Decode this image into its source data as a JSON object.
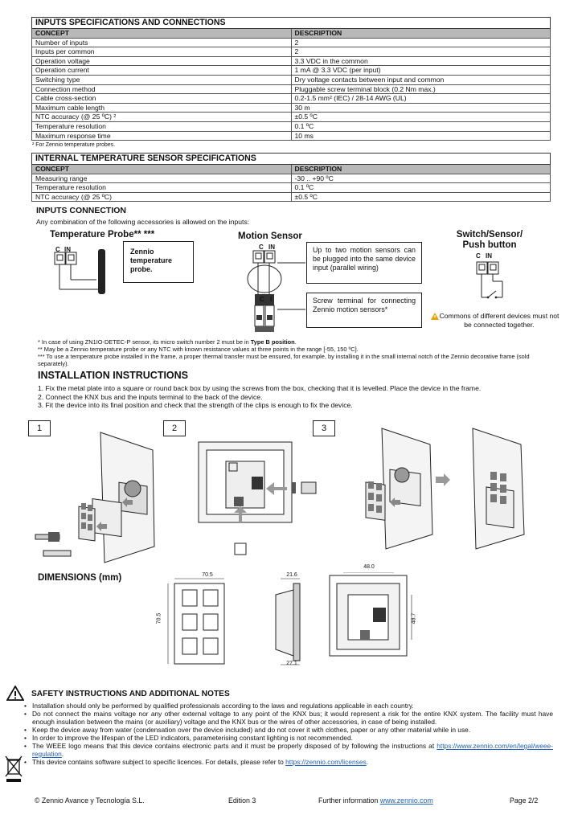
{
  "inputs_table": {
    "title": "INPUTS SPECIFICATIONS AND CONNECTIONS",
    "col_concept": "CONCEPT",
    "col_description": "DESCRIPTION",
    "rows": [
      {
        "concept": "Number of inputs",
        "description": "2"
      },
      {
        "concept": "Inputs per common",
        "description": "2"
      },
      {
        "concept": "Operation voltage",
        "description": "3.3 VDC in the common"
      },
      {
        "concept": "Operation current",
        "description": "1 mA @ 3.3 VDC (per input)"
      },
      {
        "concept": "Switching type",
        "description": "Dry voltage contacts between input and common"
      },
      {
        "concept": "Connection method",
        "description": "Pluggable screw terminal block (0.2 Nm max.)"
      },
      {
        "concept": "Cable cross-section",
        "description": "0.2-1.5 mm² (IEC) / 28-14 AWG (UL)"
      },
      {
        "concept": "Maximum cable length",
        "description": "30 m"
      },
      {
        "concept": "NTC accuracy (@ 25 ºC) ²",
        "description": "±0.5 ºC"
      },
      {
        "concept": "Temperature resolution",
        "description": "0.1 ºC"
      },
      {
        "concept": "Maximum response time",
        "description": "10 ms"
      }
    ],
    "footnote": "² For Zennio temperature probes."
  },
  "temp_table": {
    "title": "INTERNAL TEMPERATURE SENSOR SPECIFICATIONS",
    "col_concept": "CONCEPT",
    "col_description": "DESCRIPTION",
    "rows": [
      {
        "concept": "Measuring range",
        "description": "-30 .. +90 ºC"
      },
      {
        "concept": "Temperature resolution",
        "description": "0.1 ºC"
      },
      {
        "concept": "NTC accuracy (@ 25 ºC)",
        "description": "±0.5 ºC"
      }
    ]
  },
  "inputs_connection": {
    "heading": "INPUTS CONNECTION",
    "intro": "Any combination of the following accessories is allowed on the inputs:",
    "probe_title": "Temperature Probe** ***",
    "probe_box": "Zennio temperature probe.",
    "motion_title": "Motion Sensor",
    "motion_box1": "Up to two motion sensors can be plugged into the same device input (parallel wiring)",
    "motion_box2": "Screw terminal for connecting Zennio motion sensors*",
    "switch_title": "Switch/Sensor/ Push button",
    "switch_warning": "Commons of different devices must not be connected together.",
    "terminal_c": "C",
    "terminal_in": "IN",
    "terminal_i": "I",
    "notes": [
      {
        "pre": "* In case of using ZN1IO-DETEC-P sensor, its micro switch number 2 must be in ",
        "bold": "Type B position",
        "post": "."
      },
      {
        "pre": "** May be a Zennio temperature probe or any NTC with known resistance values at three points in the range [-55, 150 ºC].",
        "bold": "",
        "post": ""
      },
      {
        "pre": "*** To use a temperature probe installed in the frame, a proper thermal transfer must be ensured, for example, by installing it in the small internal notch of the Zennio decorative frame (sold separately).",
        "bold": "",
        "post": ""
      }
    ]
  },
  "installation": {
    "heading": "INSTALLATION INSTRUCTIONS",
    "steps": [
      "1. Fix the metal plate into a square or round back box by using the screws from the box, checking that it is levelled. Place the device in the frame.",
      "2. Connect the KNX bus and the inputs terminal to the back of the device.",
      "3. Fit the device into its final position and check that the strength of the clips is enough to fix the device."
    ],
    "figure_labels": [
      "1",
      "2",
      "3"
    ]
  },
  "dimensions": {
    "heading": "DIMENSIONS (mm)",
    "front_width": "70.5",
    "front_height": "70.5",
    "side_top": "21.6",
    "side_bottom": "27.1",
    "back_width": "48.0",
    "back_height": "48.7"
  },
  "safety": {
    "heading": "SAFETY INSTRUCTIONS AND ADDITIONAL NOTES",
    "items": [
      {
        "text": "Installation should only be performed by qualified professionals according to the laws and regulations applicable in each country.",
        "link": ""
      },
      {
        "text": "Do not connect the mains voltage nor any other external voltage to any point of the KNX bus; it would represent a risk for the entire KNX system. The facility must have enough insulation between the mains (or auxiliary) voltage and the KNX bus or the wires of other accessories, in case of being installed.",
        "link": ""
      },
      {
        "text": "Keep the device away from water (condensation over the device included) and do not cover it with clothes, paper or any other material while in use.",
        "link": ""
      },
      {
        "text": "In order to improve the lifespan of the LED indicators, parameterising constant lighting is not recommended.",
        "link": ""
      },
      {
        "text": "The WEEE logo means that this device contains electronic parts and it must be properly disposed of by following the instructions at ",
        "link": "https://www.zennio.com/en/legal/weee-regulation"
      },
      {
        "text": "This device contains software subject to specific licences. For details, please refer to ",
        "link": "https://zennio.com/licenses"
      }
    ]
  },
  "footer": {
    "company": "© Zennio Avance y Tecnología S.L.",
    "edition": "Edition 3",
    "info_label": "Further information ",
    "info_link": "www.zennio.com",
    "page": "Page 2/2"
  },
  "colors": {
    "table_header_bg": "#b8b8b8",
    "link": "#1f5fbf",
    "warning": "#e8a100"
  }
}
